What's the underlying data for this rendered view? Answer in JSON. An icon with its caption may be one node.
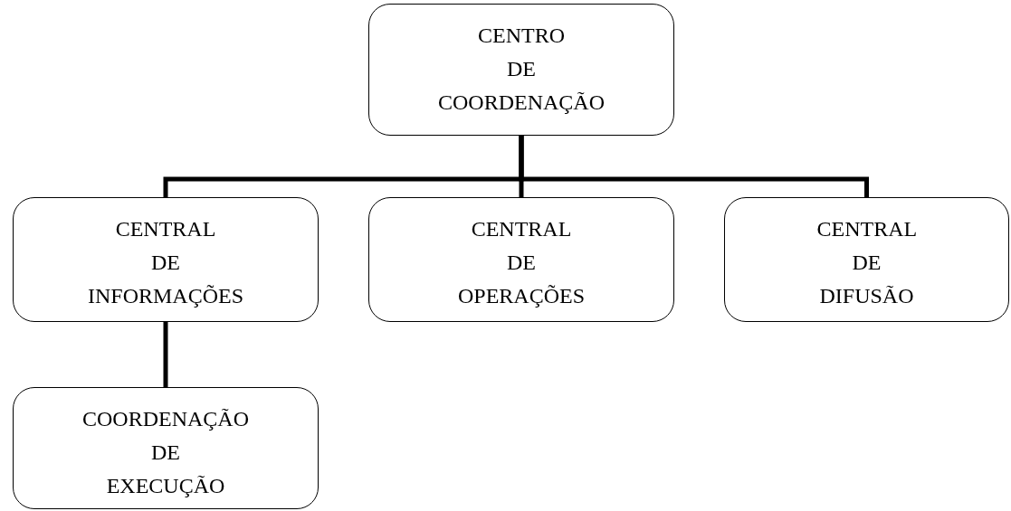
{
  "diagram": {
    "nodes": [
      {
        "text": [
          "CENTRO DE COORDENAÇÃO"
        ]
      },
      {
        "text": [
          "CENTRAL DE INFORMAÇÕES"
        ]
      },
      {
        "text": [
          "CENTRAL DE OPERAÇÕES"
        ]
      },
      {
        "text": [
          "CENTRAL DE DIFUSÃO"
        ]
      },
      {
        "text": [
          "COORDENAÇÃO DE EXECUÇÃO"
        ]
      }
    ],
    "edges": [
      {
        "from": 0,
        "to": 1,
        "arrow": "none"
      },
      {
        "from": 0,
        "to": 2,
        "arrow": "none"
      },
      {
        "from": 0,
        "to": 3,
        "arrow": "none"
      },
      {
        "from": 1,
        "to": 4,
        "arrow": "none"
      }
    ]
  }
}
